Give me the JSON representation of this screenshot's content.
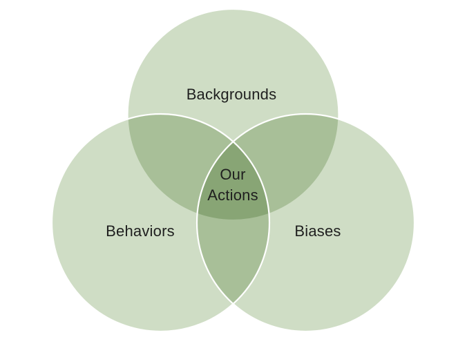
{
  "diagram": {
    "type": "venn-diagram",
    "background_color": "#ffffff",
    "circle_fill_color": "#cfddc5",
    "circle_outline_color": "#ffffff",
    "overlap_double_color": "#a8bf98",
    "overlap_triple_color": "#88a675",
    "label_color": "#1f1f1f",
    "sets": [
      {
        "label": "Backgrounds",
        "position": "top"
      },
      {
        "label": "Behaviors",
        "position": "bottom-left"
      },
      {
        "label": "Biases",
        "position": "bottom-right"
      }
    ],
    "center_label": "Our Actions"
  }
}
